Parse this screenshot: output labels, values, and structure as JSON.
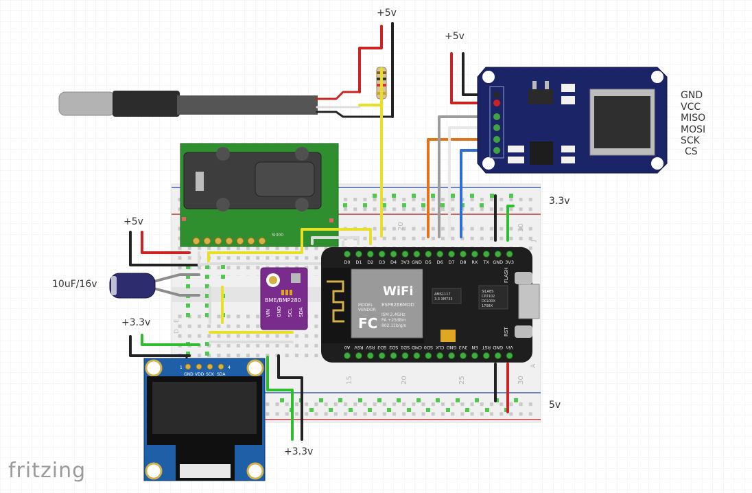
{
  "app": {
    "logo": "fritzing"
  },
  "labels": {
    "plus5v_top": "+5v",
    "plus5v_sd": "+5v",
    "plus5v_left": "+5v",
    "plus33v_left": "+3.3v",
    "plus33v_bottom": "+3.3v",
    "rail_33v": "3.3v",
    "rail_5v": "5v",
    "capacitor": "10uF/16v"
  },
  "sd_module": {
    "pins": [
      "GND",
      "VCC",
      "MISO",
      "MOSI",
      "SCK",
      "CS"
    ]
  },
  "nodemcu": {
    "top_pins": [
      "D0",
      "D1",
      "D2",
      "D3",
      "D4",
      "3V3",
      "GND",
      "D5",
      "D6",
      "D7",
      "D8",
      "RX",
      "TX",
      "GND",
      "3V3"
    ],
    "bottom_pins": [
      "A0",
      "RSV",
      "RSV",
      "SD3",
      "SD2",
      "SD1",
      "CMD",
      "SD0",
      "CLK",
      "GND",
      "3V3",
      "EN",
      "RST",
      "GND",
      "Vin"
    ],
    "module_text": [
      "ESP8266MOD",
      "MODEL",
      "VENDOR",
      "ISM 2.4GHz",
      "PA +25dBm",
      "802.11b/g/n"
    ],
    "wifi_text": "WiFi",
    "fc_text": "FC",
    "ic_small": [
      "AMS1117",
      "3.3 3M733"
    ],
    "ic_usb": [
      "SILABS",
      "CP2102",
      "DCL00X",
      "1708X"
    ],
    "flash_label": "FLASH",
    "rst_label": "RST"
  },
  "bme": {
    "title": "BME/BMP280",
    "pins": [
      "VIN",
      "GND",
      "SCL",
      "SDA"
    ]
  },
  "oled": {
    "pins": [
      "GND",
      "VDD",
      "SCK",
      "SDA"
    ],
    "pin_num_left": "1",
    "pin_num_right": "4"
  },
  "breadboard": {
    "col_numbers": [
      "20",
      "30",
      "15",
      "20",
      "25",
      "30"
    ],
    "row_letters": [
      "J",
      "A",
      "E",
      "D"
    ]
  },
  "dust_sensor": {
    "code": "SI300"
  },
  "colors": {
    "board_blue": "#1b2466",
    "board_green": "#2f8f2f",
    "esp_black": "#1e1e1e",
    "bme_purple": "#7a2c8c"
  }
}
